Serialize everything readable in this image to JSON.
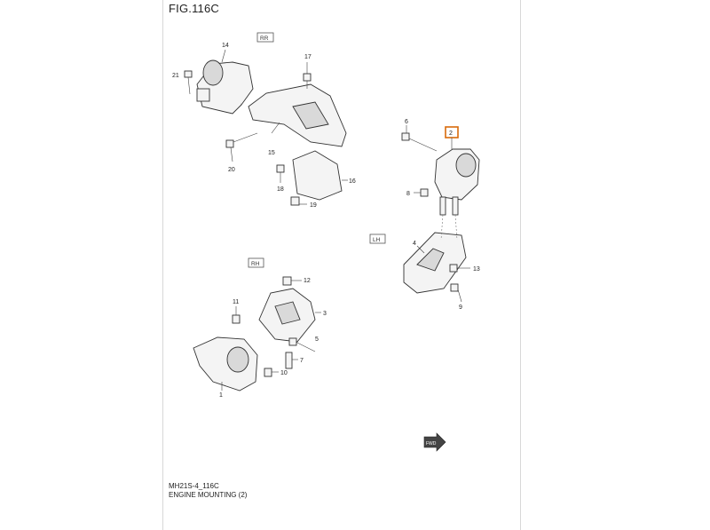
{
  "figure": {
    "title": "FIG.116C",
    "code": "MH21S-4_116C",
    "caption": "ENGINE MOUNTING (2)"
  },
  "tags": {
    "rr": "RR",
    "rh": "RH",
    "lh": "LH",
    "fwd": "FWD"
  },
  "callouts": [
    "14",
    "21",
    "17",
    "15",
    "20",
    "18",
    "16",
    "19",
    "6",
    "2",
    "8",
    "4",
    "13",
    "9",
    "12",
    "11",
    "3",
    "5",
    "7",
    "10",
    "1"
  ],
  "colors": {
    "highlight": "#d96b0b"
  }
}
